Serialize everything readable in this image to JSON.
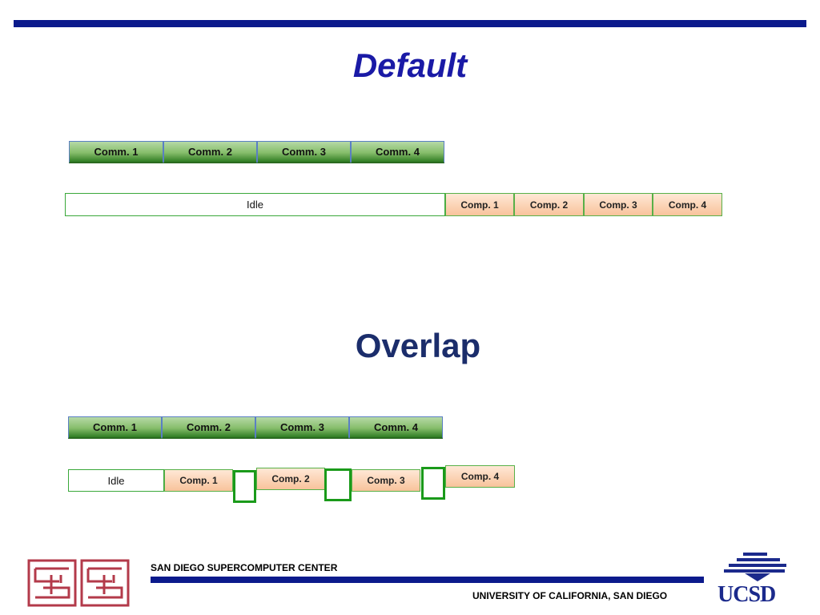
{
  "slide": {
    "title_default": "Default",
    "title_overlap": "Overlap"
  },
  "default_timeline": {
    "comm": [
      "Comm. 1",
      "Comm. 2",
      "Comm. 3",
      "Comm. 4"
    ],
    "idle": "Idle",
    "comp": [
      "Comp. 1",
      "Comp. 2",
      "Comp. 3",
      "Comp. 4"
    ]
  },
  "overlap_timeline": {
    "comm": [
      "Comm. 1",
      "Comm. 2",
      "Comm. 3",
      "Comm. 4"
    ],
    "idle": "Idle",
    "comp": [
      "Comp. 1",
      "Comp. 2",
      "Comp. 3",
      "Comp. 4"
    ]
  },
  "footer": {
    "left_org": "SAN DIEGO SUPERCOMPUTER CENTER",
    "right_org": "UNIVERSITY OF CALIFORNIA, SAN DIEGO",
    "right_logo": "UCSD"
  },
  "colors": {
    "rule": "#0b1a8c",
    "comm_green": "#4f9a3c",
    "comp_peach": "#f8c39b",
    "gap_outline": "#1a9a1a",
    "title_blue": "#1a1aa6"
  }
}
